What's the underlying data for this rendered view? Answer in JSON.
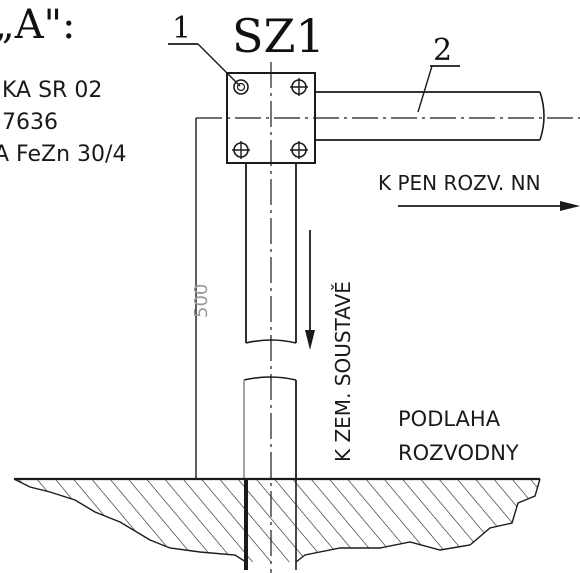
{
  "header": {
    "detail_title": "„A\":",
    "element_label": "SZ1"
  },
  "spec_lines": [
    "KA SR 02",
    "7636",
    "A FeZn 30/4"
  ],
  "callouts": {
    "item_1": "1",
    "item_2": "2"
  },
  "dimension": {
    "height_label": "500"
  },
  "annotations": {
    "to_pen_distribution": "K PEN ROZV. NN",
    "to_earthing_system": "K ZEM. SOUSTAVĚ",
    "floor_line1": "PODLAHA",
    "floor_line2": "ROZVODNY"
  },
  "colors": {
    "ink": "#1a1a1a",
    "dimension_ink": "#9a9a9a",
    "background": "#ffffff"
  }
}
